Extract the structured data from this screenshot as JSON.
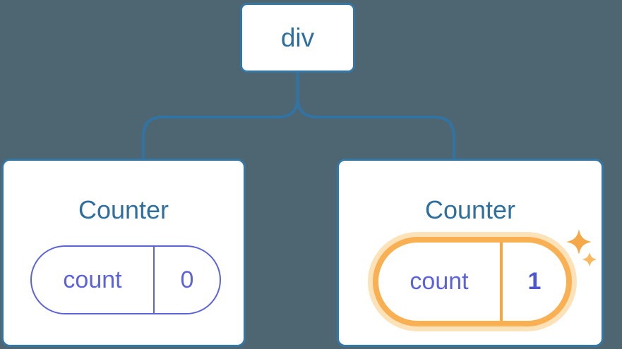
{
  "tree": {
    "root": {
      "label": "div"
    },
    "children": [
      {
        "title": "Counter",
        "state": {
          "key": "count",
          "value": "0"
        },
        "highlighted": false
      },
      {
        "title": "Counter",
        "state": {
          "key": "count",
          "value": "1"
        },
        "highlighted": true,
        "badge_icon": "sparkles"
      }
    ]
  },
  "colors": {
    "background": "#4e6672",
    "node_fill": "#ffffff",
    "node_border_blue": "#3577a4",
    "text_blue": "#2e6f9e",
    "connector_blue": "#3174a3",
    "state_indigo": "#5c63da",
    "state_value_bold_indigo": "#4f57d0",
    "highlight_orange": "#f8b052",
    "highlight_glow": "#fce2b8",
    "sparkle_orange": "#f4a847",
    "sparkle_orange_light": "#f7ba62"
  }
}
